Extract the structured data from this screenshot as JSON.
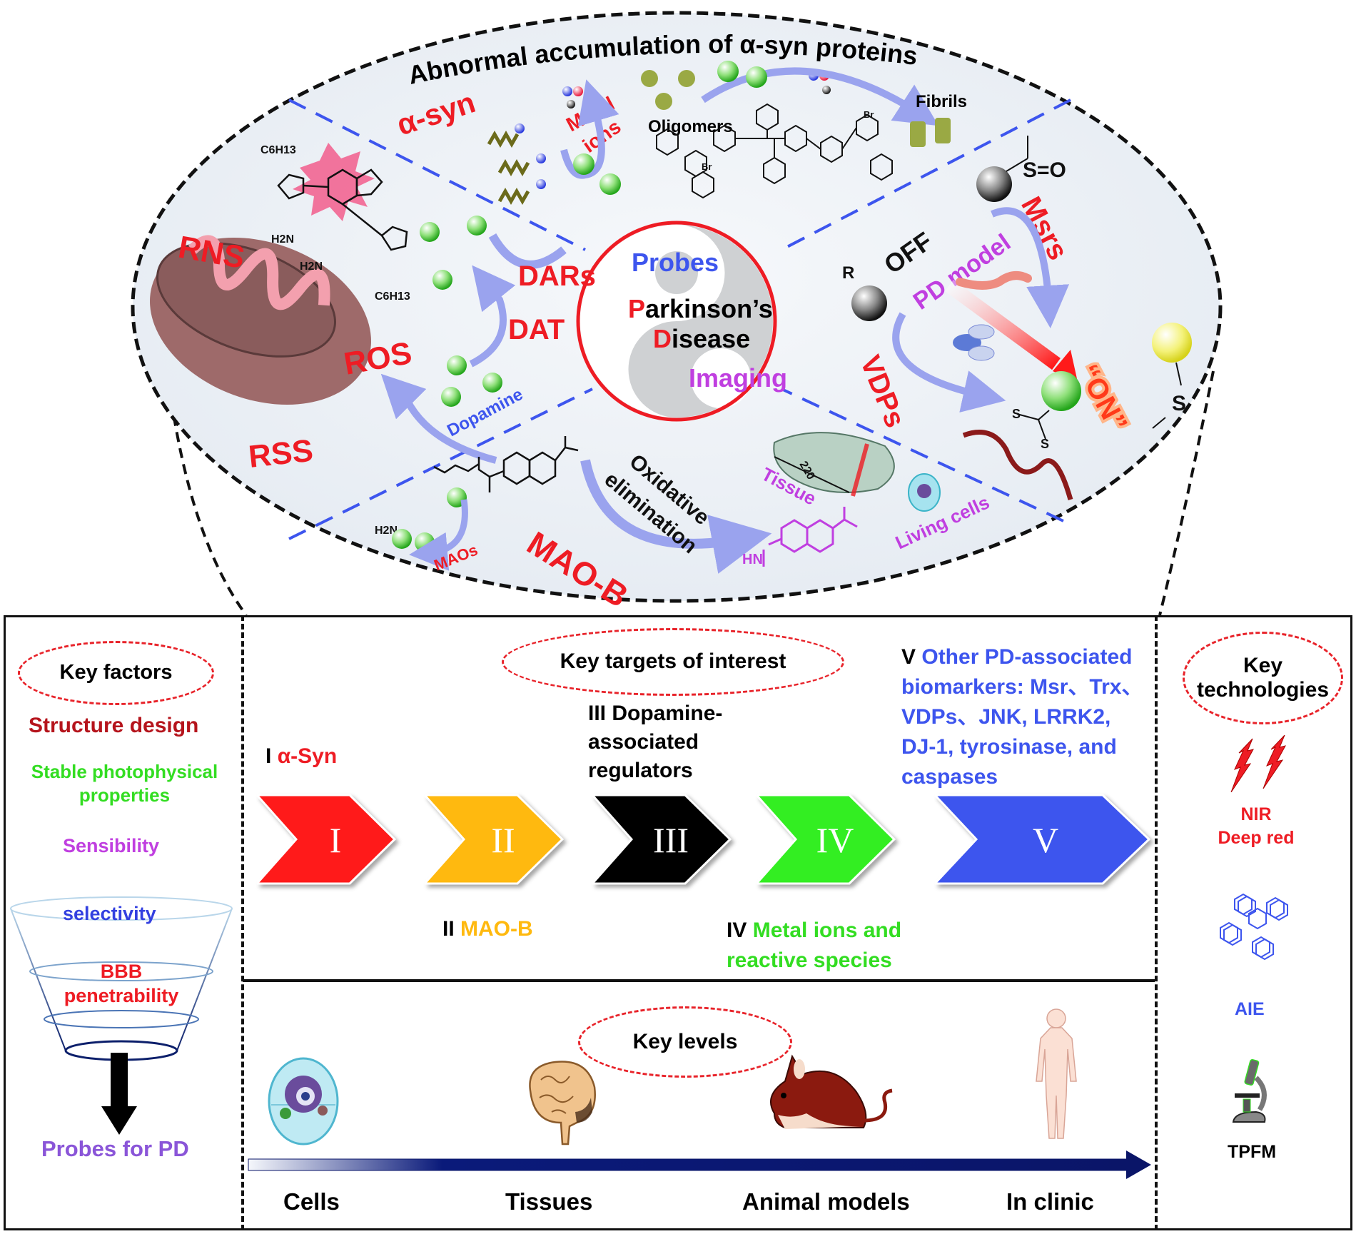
{
  "top_ellipse": {
    "title": "Abnormal accumulation of α-syn proteins",
    "center": {
      "probes": "Probes",
      "p_letter": "P",
      "parkinsons_rest": "arkinson’s",
      "d_letter": "D",
      "disease_rest": "isease",
      "imaging": "Imaging"
    },
    "alpha_syn_sector": {
      "alpha_syn": "α-syn",
      "metal": "Metal",
      "ions": "ions",
      "oligomers": "Oligomers",
      "fibrils": "Fibrils",
      "br1": "Br",
      "br2": "Br"
    },
    "dopamine_sector": {
      "dars": "DARs",
      "dat": "DAT",
      "dopamine": "Dopamine"
    },
    "reactive_species_sector": {
      "rns": "RNS",
      "ros": "ROS",
      "rss": "RSS",
      "c6h13_top": "C6H13",
      "c6h13_bottom": "C6H13",
      "h2n_1": "H2N",
      "h2n_2": "H2N"
    },
    "mao_sector": {
      "oxidative": "Oxidative",
      "elimination": "elimination",
      "mao_b": "MAO-B",
      "maos": "MAOs",
      "tissue": "Tissue",
      "living_cells": "Living cells",
      "depth_value": "220",
      "h2n": "H2N",
      "hn": "HN"
    },
    "biomarker_sector": {
      "msrs": "Msrs",
      "off": "OFF",
      "pd_model": "PD model",
      "vdps": "VDPs",
      "on": "“ON”",
      "r": "R"
    }
  },
  "key_factors": {
    "title": "Key factors",
    "items": [
      {
        "label": "Structure design",
        "color": "#b5141c"
      },
      {
        "label": "Stable photophysical properties",
        "color": "#33dd22"
      },
      {
        "label": "Sensibility",
        "color": "#c03fe0"
      },
      {
        "label": "selectivity",
        "color": "#3340e0"
      },
      {
        "label": "BBB penetrability",
        "color": "#ee1c24"
      }
    ],
    "output": "Probes for PD"
  },
  "key_targets": {
    "title": "Key targets of interest",
    "targets": [
      {
        "numeral": "I",
        "prefix": "I",
        "label": "α-Syn",
        "color": "#ff1a1a"
      },
      {
        "numeral": "II",
        "prefix": "II",
        "label": "MAO-B",
        "color": "#ffb90f"
      },
      {
        "numeral": "III",
        "prefix": "III",
        "label": "Dopamine-associated regulators",
        "color": "#000000"
      },
      {
        "numeral": "IV",
        "prefix": "IV",
        "label": "Metal ions and reactive species",
        "color": "#33ee22"
      },
      {
        "numeral": "V",
        "prefix": "V",
        "label": "Other PD-associated biomarkers: Msr、Trx、VDPs、JNK, LRRK2, DJ-1, tyrosinase, and caspases",
        "color": "#3d55ee"
      }
    ],
    "label_lines": {
      "t1": [
        "α-Syn"
      ],
      "t2": [
        "MAO-B"
      ],
      "t3": [
        "Dopamine-",
        "associated",
        "regulators"
      ],
      "t4": [
        "Metal ions and",
        "reactive species"
      ],
      "t5": [
        "Other PD-associated",
        "biomarkers: Msr、Trx、",
        "VDPs、JNK, LRRK2,",
        "DJ-1, tyrosinase, and",
        "caspases"
      ]
    }
  },
  "key_levels": {
    "title": "Key levels",
    "levels": [
      "Cells",
      "Tissues",
      "Animal models",
      "In clinic"
    ]
  },
  "key_technologies": {
    "title_line1": "Key",
    "title_line2": "technologies",
    "items": [
      {
        "label_lines": [
          "NIR",
          "Deep red"
        ],
        "color": "#ee1c24",
        "icon": "lightning-icon"
      },
      {
        "label_lines": [
          "AIE"
        ],
        "color": "#3d55ee",
        "icon": "aie-molecule-icon"
      },
      {
        "label_lines": [
          "TPFM"
        ],
        "color": "#000000",
        "icon": "microscope-icon"
      }
    ]
  }
}
